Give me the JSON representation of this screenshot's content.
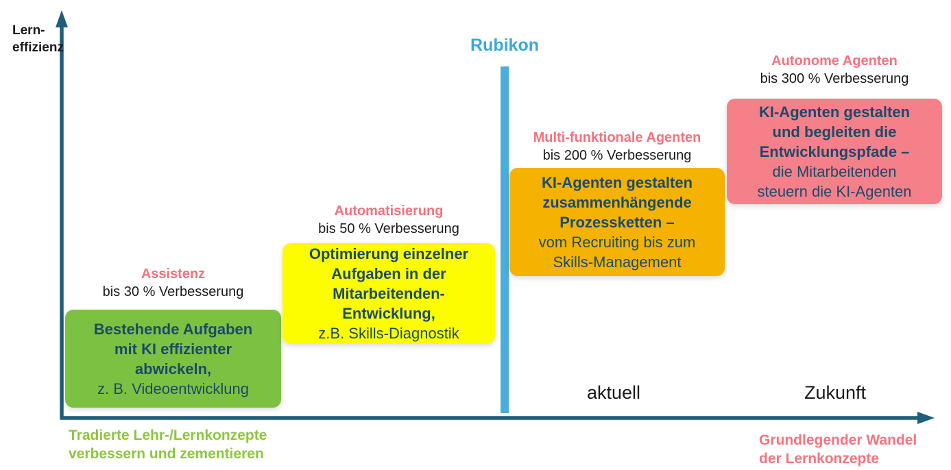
{
  "axes": {
    "y_label": "Lern-\neffizienz"
  },
  "rubikon": {
    "label": "Rubikon"
  },
  "stages": [
    {
      "heading": "Assistenz",
      "improvement": "bis 30 % Verbesserung",
      "box_main": "Bestehende Aufgaben\nmit KI effizienter\nabwickeln,",
      "box_sub": "z. B. Videoentwicklung",
      "box_color": "#7dc142"
    },
    {
      "heading": "Automatisierung",
      "improvement": "bis 50 % Verbesserung",
      "box_main": "Optimierung einzelner\nAufgaben in der\nMitarbeitenden-\nEntwicklung,",
      "box_sub": "z.B. Skills-Diagnostik",
      "box_color": "#fdfd00"
    },
    {
      "heading": "Multi-funktionale Agenten",
      "improvement": "bis 200 % Verbesserung",
      "box_main": "KI-Agenten gestalten\nzusammenhängende\nProzessketten –",
      "box_sub": "vom Recruiting bis zum\nSkills-Management",
      "box_color": "#f5b201"
    },
    {
      "heading": "Autonome Agenten",
      "improvement": "bis 300 % Verbesserung",
      "box_main": "KI-Agenten gestalten\nund begleiten die\nEntwicklungspfade –",
      "box_sub": "die Mitarbeitenden\nsteuern die KI-Agenten",
      "box_color": "#f5808a"
    }
  ],
  "timeline": {
    "current": "aktuell",
    "future": "Zukunft"
  },
  "x_axis": {
    "left_label": "Tradierte Lehr-/Lernkonzepte\nverbessern und zementieren",
    "right_label": "Grundlegender Wandel\nder Lernkonzepte"
  },
  "colors": {
    "axis": "#1f5d7c",
    "rubikon_line": "#4aaedc",
    "rubikon_label": "#3ba8d8",
    "stage_heading_pink": "#f4727d",
    "box_text_navy": "#1b4a6b",
    "green_box": "#7dc142",
    "yellow_box": "#fdfd00",
    "orange_box": "#f5b201",
    "pink_box": "#f5808a",
    "x_left_label_green": "#8dc63f",
    "x_right_label_pink": "#f4747e",
    "black_text": "#1a1a1a"
  }
}
